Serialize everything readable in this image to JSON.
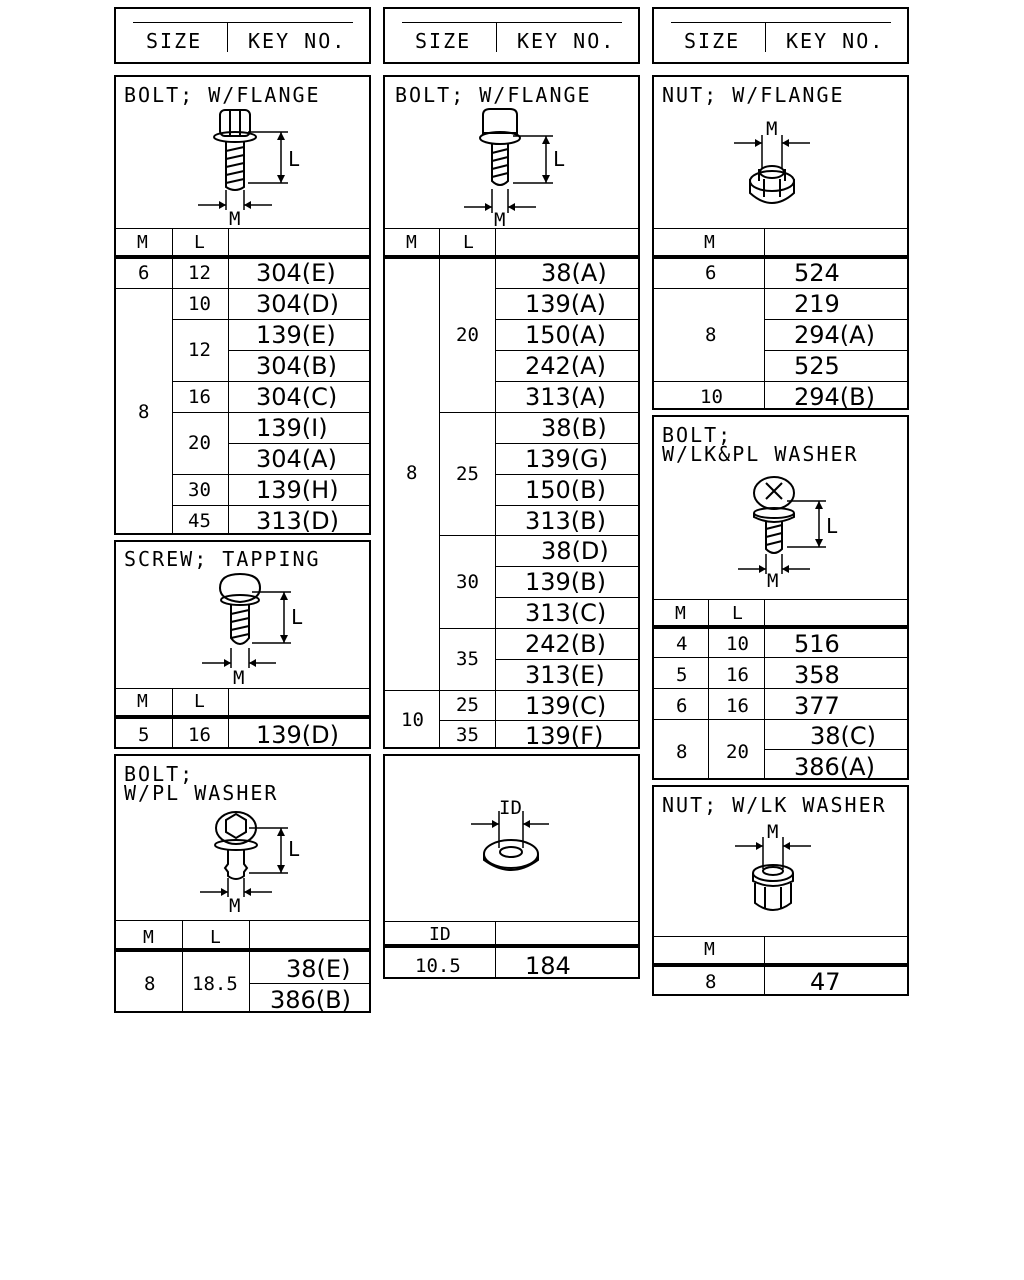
{
  "headers": [
    {
      "size": "SIZE",
      "key": "KEY NO."
    },
    {
      "size": "SIZE",
      "key": "KEY NO."
    },
    {
      "size": "SIZE",
      "key": "KEY NO."
    }
  ],
  "panel_bolt_flange_1": {
    "title": "BOLT; W/FLANGE",
    "dim_l": "L",
    "dim_m": "M",
    "col_m": "M",
    "col_l": "L",
    "rows": [
      {
        "m": "6",
        "l": "12",
        "key": "304(E)"
      },
      {
        "m": "8",
        "l": "10",
        "key": "304(D)"
      },
      {
        "l": "12",
        "keys": [
          "139(E)",
          "304(B)"
        ]
      },
      {
        "l": "16",
        "key": "304(C)"
      },
      {
        "l": "20",
        "keys": [
          "139(I)",
          "304(A)"
        ]
      },
      {
        "l": "30",
        "key": "139(H)"
      },
      {
        "l": "45",
        "key": "313(D)"
      }
    ]
  },
  "panel_screw_tapping": {
    "title": "SCREW; TAPPING",
    "dim_l": "L",
    "dim_m": "M",
    "col_m": "M",
    "col_l": "L",
    "row": {
      "m": "5",
      "l": "16",
      "key": "139(D)"
    }
  },
  "panel_bolt_pl_washer": {
    "title_1": "BOLT;",
    "title_2": "W/PL WASHER",
    "dim_l": "L",
    "dim_m": "M",
    "col_m": "M",
    "col_l": "L",
    "row": {
      "m": "8",
      "l": "18.5",
      "keys": [
        "38(E)",
        "386(B)"
      ]
    }
  },
  "panel_bolt_flange_2": {
    "title": "BOLT; W/FLANGE",
    "dim_l": "L",
    "dim_m": "M",
    "col_m": "M",
    "col_l": "L",
    "m8": "8",
    "m10": "10",
    "groups": [
      {
        "l": "20",
        "keys": [
          "38(A)",
          "139(A)",
          "150(A)",
          "242(A)",
          "313(A)"
        ]
      },
      {
        "l": "25",
        "keys": [
          "38(B)",
          "139(G)",
          "150(B)",
          "313(B)"
        ]
      },
      {
        "l": "30",
        "keys": [
          "38(D)",
          "139(B)",
          "313(C)"
        ]
      },
      {
        "l": "35",
        "keys": [
          "242(B)",
          "313(E)"
        ]
      },
      {
        "l": "25",
        "keys": [
          "139(C)"
        ]
      },
      {
        "l": "35",
        "keys": [
          "139(F)"
        ]
      }
    ]
  },
  "panel_washer": {
    "dim_id": "ID",
    "col_id": "ID",
    "row": {
      "id": "10.5",
      "key": "184"
    }
  },
  "panel_nut_flange": {
    "title": "NUT; W/FLANGE",
    "dim_m": "M",
    "col_m": "M",
    "rows": [
      {
        "m": "6",
        "key": "524"
      },
      {
        "m": "8",
        "keys": [
          "219",
          "294(A)",
          "525"
        ]
      },
      {
        "m": "10",
        "key": "294(B)"
      }
    ]
  },
  "panel_bolt_lk_pl_washer": {
    "title_1": "BOLT;",
    "title_2": "W/LK&PL WASHER",
    "dim_l": "L",
    "dim_m": "M",
    "col_m": "M",
    "col_l": "L",
    "rows": [
      {
        "m": "4",
        "l": "10",
        "key": "516"
      },
      {
        "m": "5",
        "l": "16",
        "key": "358"
      },
      {
        "m": "6",
        "l": "16",
        "key": "377"
      },
      {
        "m": "8",
        "l": "20",
        "keys": [
          "38(C)",
          "386(A)"
        ]
      }
    ]
  },
  "panel_nut_lk_washer": {
    "title": "NUT; W/LK WASHER",
    "dim_m": "M",
    "col_m": "M",
    "row": {
      "m": "8",
      "key": "47"
    }
  }
}
